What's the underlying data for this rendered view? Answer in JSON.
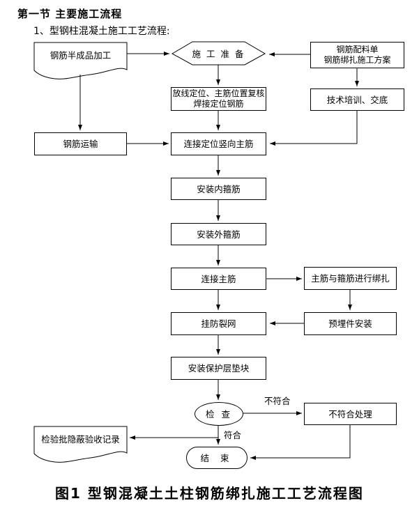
{
  "page": {
    "heading": "第一节 主要施工流程",
    "subheading": "1、型钢柱混凝土施工工艺流程:",
    "caption": "图1   型钢混凝土土柱钢筋绑扎施工工艺流程图"
  },
  "colors": {
    "ink": "#000000",
    "background": "#ffffff"
  },
  "flowchart": {
    "nodes": {
      "rebar_semi_product": "钢筋半成品加工",
      "construction_prep": "施 工 准 备",
      "material_list_line1": "钢筋配料单",
      "material_list_line2": "钢筋绑扎施工方案",
      "layout_line1": "放线定位、主筋位置复核",
      "layout_line2": "焊接定位钢筋",
      "tech_training": "技术培训、交底",
      "rebar_transport": "钢筋运输",
      "connect_vertical_main": "连接定位竖向主筋",
      "install_inner_stirrup": "安装内箍筋",
      "install_outer_stirrup": "安装外箍筋",
      "connect_main_rebar": "连接主筋",
      "tie_main_and_stirrup": "主筋与箍筋进行绑扎",
      "hang_crack_net": "挂防裂网",
      "embedded_parts_install": "预埋件安装",
      "install_cover_spacer": "安装保护层垫块",
      "inspection": "检 查",
      "nonconformity_handling": "不符合处理",
      "inspection_record": "检验批隐蔽验收记录",
      "end": "结 束"
    },
    "edge_labels": {
      "fail": "不符合",
      "pass": "符合"
    }
  }
}
